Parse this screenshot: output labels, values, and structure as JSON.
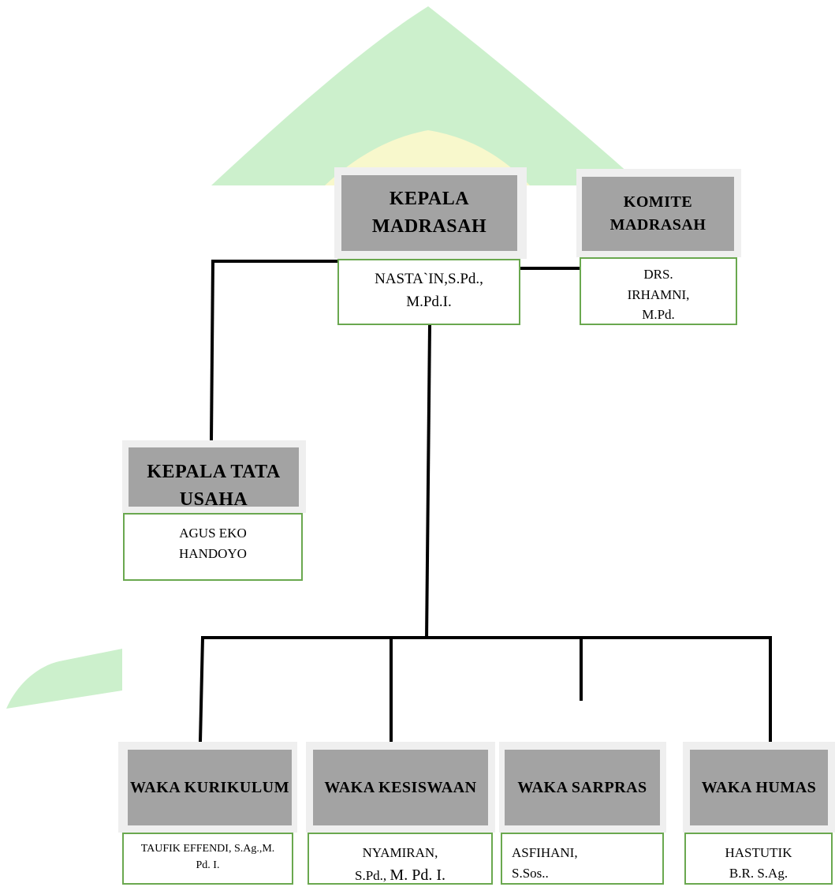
{
  "diagram": {
    "nodes": {
      "kepala_madrasah": {
        "title": "KEPALA MADRASAH",
        "name": "NASTA`IN,S.Pd., M.Pd.I."
      },
      "komite_madrasah": {
        "title": "KOMITE MADRASAH",
        "name": "DRS. IRHAMNI, M.Pd."
      },
      "kepala_tata_usaha": {
        "title": "KEPALA TATA USAHA",
        "name": "AGUS EKO HANDOYO"
      },
      "waka_kurikulum": {
        "title": "WAKA KURIKULUM",
        "name": "TAUFIK EFFENDI, S.Ag.,M. Pd. I."
      },
      "waka_kesiswaan": {
        "title": "WAKA KESISWAAN",
        "name_line1": "NYAMIRAN,",
        "name_line2a": "S.Pd., ",
        "name_line2b": "M. Pd. I."
      },
      "waka_sarpras": {
        "title": "WAKA SARPRAS",
        "name": "ASFIHANI, S.Sos.."
      },
      "waka_humas": {
        "title": "WAKA HUMAS",
        "name": "HASTUTIK B.R. S.Ag."
      }
    },
    "colors": {
      "header": "#a3a3a3",
      "frame": "#efefef",
      "border": "#6aa84f",
      "line": "#000000"
    }
  }
}
